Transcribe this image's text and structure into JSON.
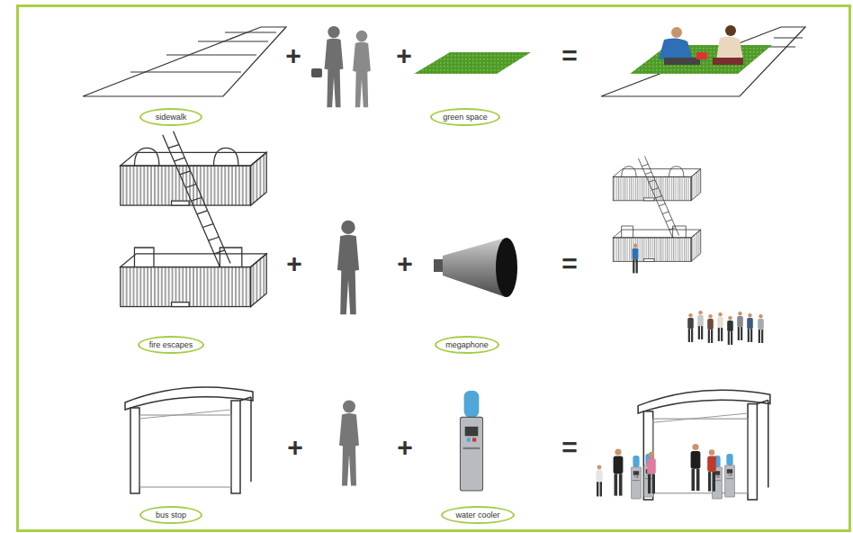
{
  "diagram": {
    "nodes": [
      {
        "text": [
          "sidewalk"
        ]
      },
      {
        "text": [
          "green space"
        ]
      },
      {
        "text": [
          "fire escapes"
        ]
      },
      {
        "text": [
          "megaphone"
        ]
      },
      {
        "text": [
          "bus stop"
        ]
      },
      {
        "text": [
          "water cooler"
        ]
      }
    ],
    "labels": [
      "+",
      "+",
      "=",
      "+",
      "+",
      "=",
      "+",
      "+",
      "="
    ]
  }
}
